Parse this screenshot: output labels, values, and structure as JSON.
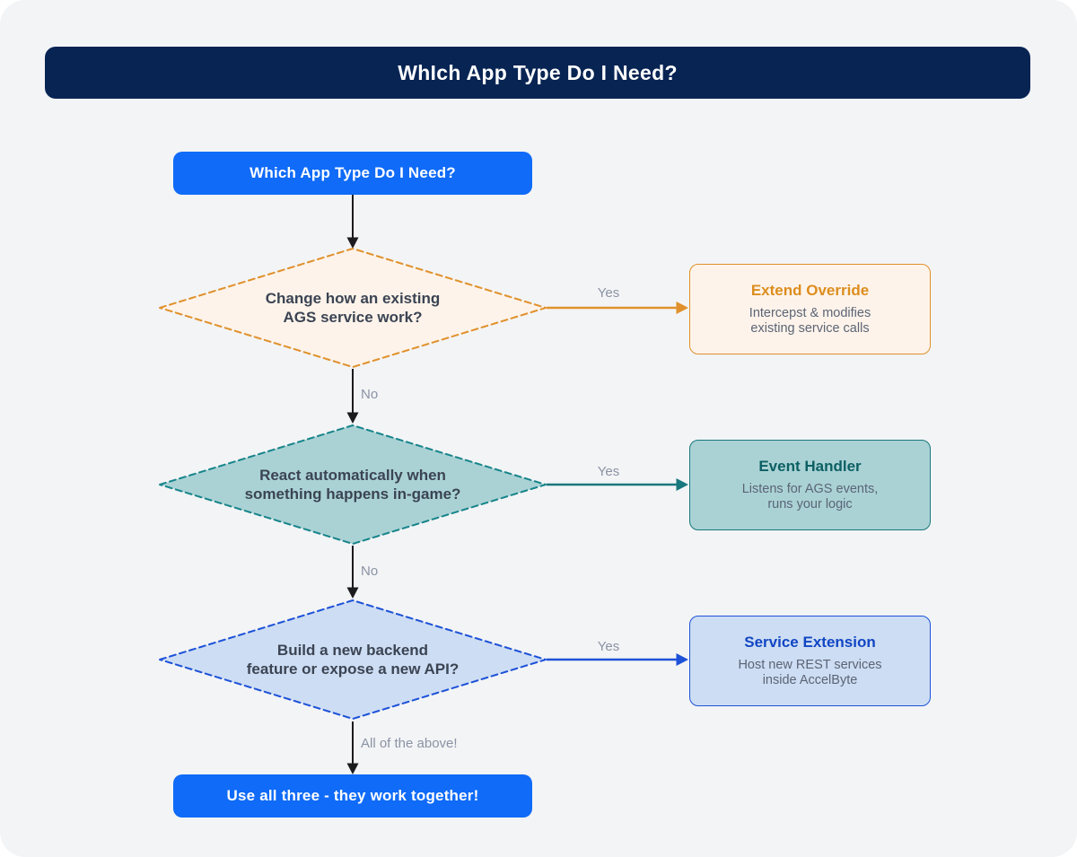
{
  "header": {
    "title": "WhIch App Type Do I Need?"
  },
  "flow": {
    "start": {
      "label": "Which App Type Do I Need?"
    },
    "decisions": [
      {
        "question_line1": "Change how an existing",
        "question_line2": "AGS service work?",
        "yes_label": "Yes",
        "no_label": "No",
        "result": {
          "title": "Extend Override",
          "desc_line1": "Intercepst & modifies",
          "desc_line2": "existing service calls"
        }
      },
      {
        "question_line1": "React automatically when",
        "question_line2": "something happens in-game?",
        "yes_label": "Yes",
        "no_label": "No",
        "result": {
          "title": "Event Handler",
          "desc_line1": "Listens for AGS events,",
          "desc_line2": "runs your logic"
        }
      },
      {
        "question_line1": "Build a new backend",
        "question_line2": "feature or expose a new API?",
        "yes_label": "Yes",
        "no_label": "All of the above!",
        "result": {
          "title": "Service Extension",
          "desc_line1": "Host new REST services",
          "desc_line2": "inside AccelByte"
        }
      }
    ],
    "end": {
      "label": "Use all three - they work together!"
    }
  },
  "colors": {
    "canvas_bg": "#f3f4f6",
    "header_bg": "#072453",
    "primary_blue": "#0f6bf8",
    "orange_border": "#e0912c",
    "orange_fill": "#fdf3ea",
    "orange_title": "#dd8d1e",
    "teal_border": "#17858a",
    "teal_fill": "#aad2d5",
    "teal_title": "#0c5f63",
    "blue_border": "#1d52d8",
    "blue_fill": "#cdddf3",
    "blue_title": "#1146c4",
    "question_text": "#3b4453",
    "body_text": "#5b6475",
    "edge_label": "#8a93a4",
    "arrow_dark": "#1b1b1f"
  }
}
